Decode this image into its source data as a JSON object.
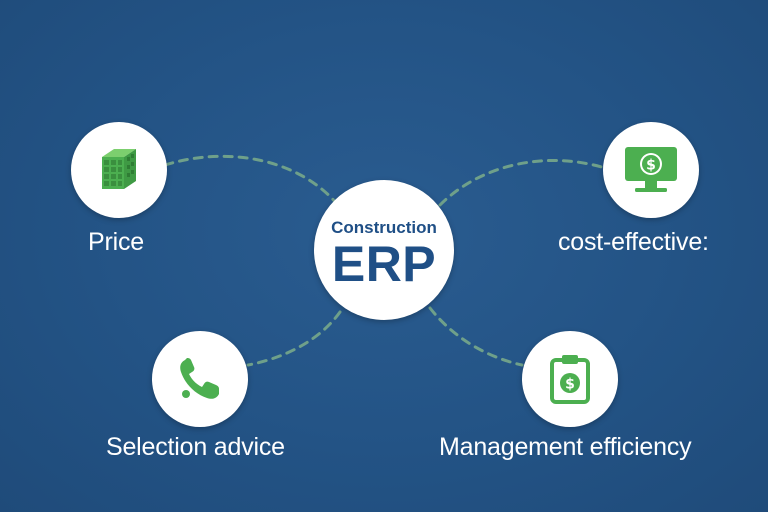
{
  "center": {
    "subtitle": "Construction",
    "title": "ERP"
  },
  "nodes": [
    {
      "label": "Price",
      "icon": "building-block-icon"
    },
    {
      "label": "cost-effective:",
      "icon": "monitor-dollar-icon"
    },
    {
      "label": "Selection advice",
      "icon": "phone-icon"
    },
    {
      "label": "Management efficiency",
      "icon": "clipboard-dollar-icon"
    }
  ],
  "colors": {
    "background": "#235385",
    "node_fill": "#ffffff",
    "icon_green": "#4caf50",
    "connector": "#6fa08a",
    "center_text": "#1f4f86"
  }
}
